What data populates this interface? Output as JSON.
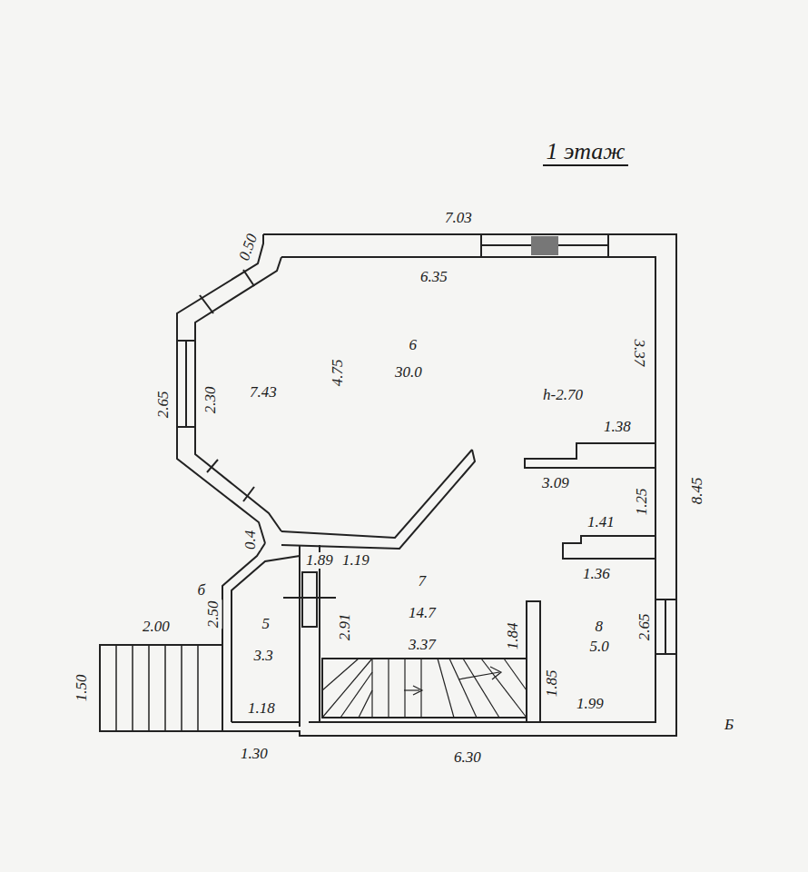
{
  "diagram": {
    "title": "1 этаж",
    "labels": [
      "7.03",
      "0.50",
      "6.35",
      "3.37",
      "2.65",
      "2.30",
      "7.43",
      "4.75",
      "6",
      "30.0",
      "h-2.70",
      "1.38",
      "3.09",
      "1.25",
      "8.45",
      "1.89",
      "0.4",
      "1.41",
      "1.36",
      "б",
      "1.19",
      "7",
      "14.7",
      "2.65",
      "5",
      "2.50",
      "2.00",
      "2.91",
      "8",
      "5.0",
      "1.84",
      "3.37",
      "3.3",
      "1.85",
      "1.50",
      "1.18",
      "1.99",
      "Б",
      "1.30",
      "6.30"
    ]
  }
}
